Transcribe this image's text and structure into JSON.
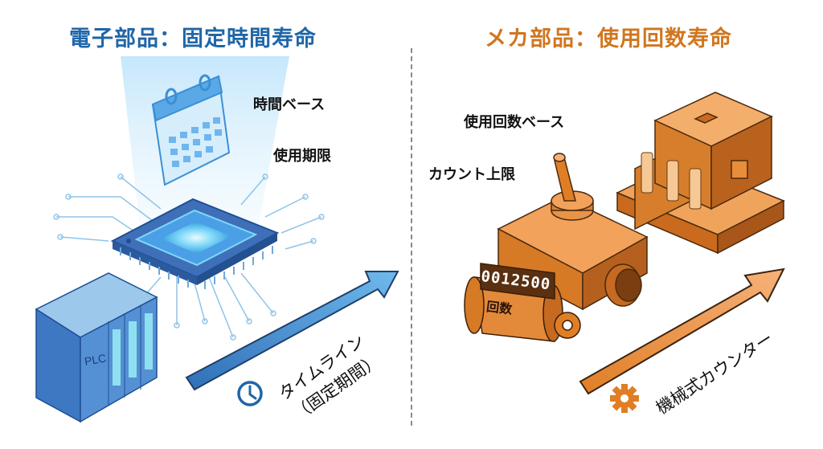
{
  "left_panel": {
    "title": "電子部品：固定時間寿命",
    "title_color": "#1f66a8",
    "labels": {
      "time_base": "時間ベース",
      "expiry": "使用期限"
    },
    "device_label": "PLC",
    "arrow_label_line1": "タイムライン",
    "arrow_label_line2": "（固定期間）",
    "icons": [
      "calendar-icon",
      "chip-icon",
      "plc-icon",
      "clock-icon"
    ]
  },
  "right_panel": {
    "title": "メカ部品：使用回数寿命",
    "title_color": "#d0761f",
    "labels": {
      "usage_base": "使用回数ベース",
      "count_limit": "カウント上限"
    },
    "counter": {
      "digits": "0012500",
      "label": "回数"
    },
    "arrow_label": "機械式カウンター",
    "icons": [
      "toggle-switch-icon",
      "relay-contactor-icon",
      "counter-icon",
      "gear-icon"
    ]
  },
  "colors": {
    "blue_accent": "#1f66a8",
    "light_blue": "#5aa9e6",
    "orange_accent": "#d0761f",
    "orange_fill": "#e88d3a",
    "divider": "#8a8a8a"
  }
}
